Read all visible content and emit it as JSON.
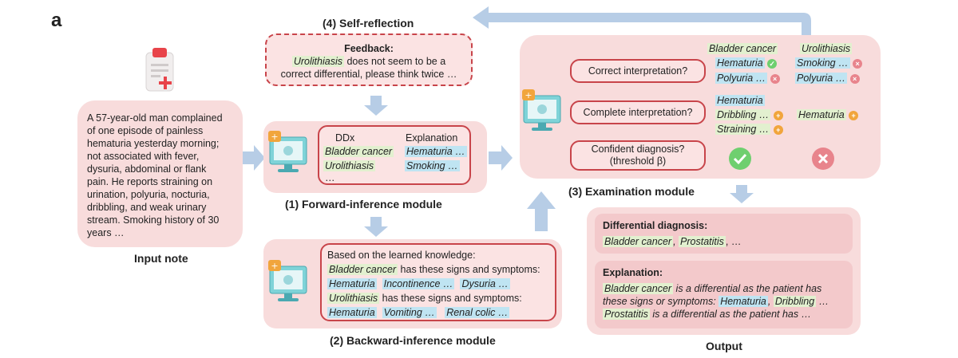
{
  "panel_label": "a",
  "input_note": {
    "lines": [
      "A 57-year-old man complained",
      "of one episode of painless",
      "hematuria yesterday morning;",
      "not associated with fever,",
      "dysuria, abdominal or flank",
      "pain. He reports straining on",
      "urination, polyuria, nocturia,",
      "dribbling, and weak urinary",
      "stream. Smoking history of 30",
      "years …"
    ],
    "title": "Input note"
  },
  "self_reflection": {
    "title": "(4) Self-reflection",
    "feedback_label": "Feedback:",
    "feedback_term": "Urolithiasis",
    "feedback_rest": " does not seem to be a",
    "feedback_line2": "correct differential, please think twice …"
  },
  "forward": {
    "title": "(1) Forward-inference module",
    "col_ddx": "DDx",
    "col_expl": "Explanation",
    "ddx": [
      "Bladder cancer",
      "Urolithiasis",
      "…"
    ],
    "expl": [
      "Hematuria …",
      "Smoking …"
    ]
  },
  "backward": {
    "title": "(2) Backward-inference module",
    "line1": "Based on the learned knowledge:",
    "d1": "Bladder cancer",
    "d1_rest": " has these signs and symptoms:",
    "d1_symptoms": [
      "Hematuria",
      "Incontinence …",
      "Dysuria …"
    ],
    "d2": "Urolithiasis",
    "d2_rest": " has these signs and symptoms:",
    "d2_symptoms": [
      "Hematuria",
      "Vomiting …",
      "Renal colic …"
    ]
  },
  "examination": {
    "title": "(3) Examination module",
    "col1": "Bladder cancer",
    "col2": "Urolithiasis",
    "q1": "Correct interpretation?",
    "q2": "Complete interpretation?",
    "q3a": "Confident diagnosis?",
    "q3b": "(threshold β)",
    "r1c1": [
      "Hematuria",
      "Polyuria …"
    ],
    "r1c2": [
      "Smoking …",
      "Polyuria …"
    ],
    "r2c1": [
      "Hematuria",
      "Dribbling …",
      "Straining …"
    ],
    "r2c2": [
      "Hematuria"
    ]
  },
  "output": {
    "title": "Output",
    "dd_label": "Differential diagnosis:",
    "dd1": "Bladder cancer",
    "dd2": "Prostatitis",
    "dd_rest": ", …",
    "ex_label": "Explanation:",
    "ex1_term": "Bladder cancer",
    "ex1_rest": " is a differential as the patient has",
    "ex2_pre": "these signs or symptoms: ",
    "ex2_s1": "Hematuria",
    "ex2_s2": "Dribbling",
    "ex2_rest": " …",
    "ex3_term": "Prostatitis",
    "ex3_rest": " is a differential as the patient has …"
  },
  "colors": {
    "panel": "#f8dcdc",
    "border": "#c8444a",
    "arrow": "#b7cde6",
    "highlight_green": "#e2f0cf",
    "highlight_blue": "#bfe4f2"
  }
}
